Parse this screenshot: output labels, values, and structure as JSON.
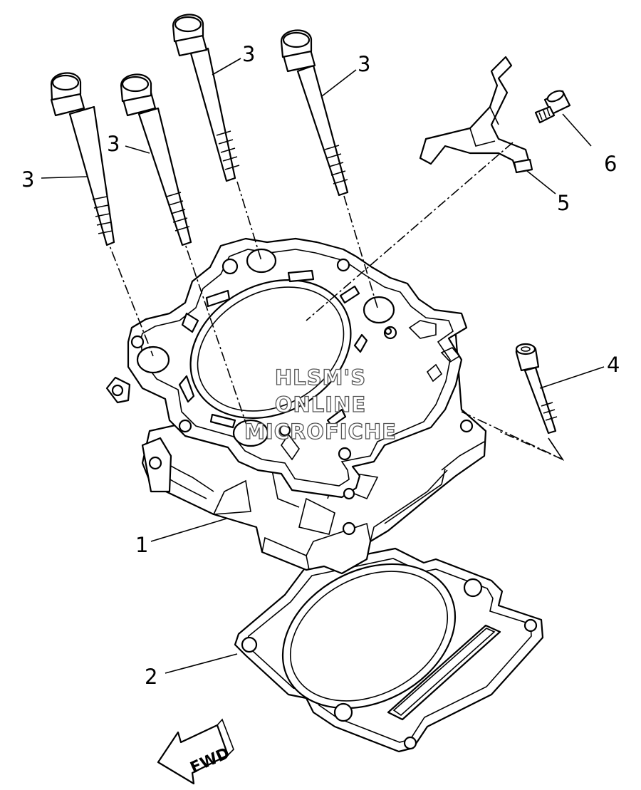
{
  "callouts": {
    "c1": "1",
    "c2": "2",
    "c3a": "3",
    "c3b": "3",
    "c3c": "3",
    "c3d": "3",
    "c4": "4",
    "c5": "5",
    "c6": "6"
  },
  "watermark": {
    "line1": "HLSM'S",
    "line2": "ONLINE",
    "line3": "MICROFICHE"
  },
  "direction": {
    "label": "FWD"
  }
}
